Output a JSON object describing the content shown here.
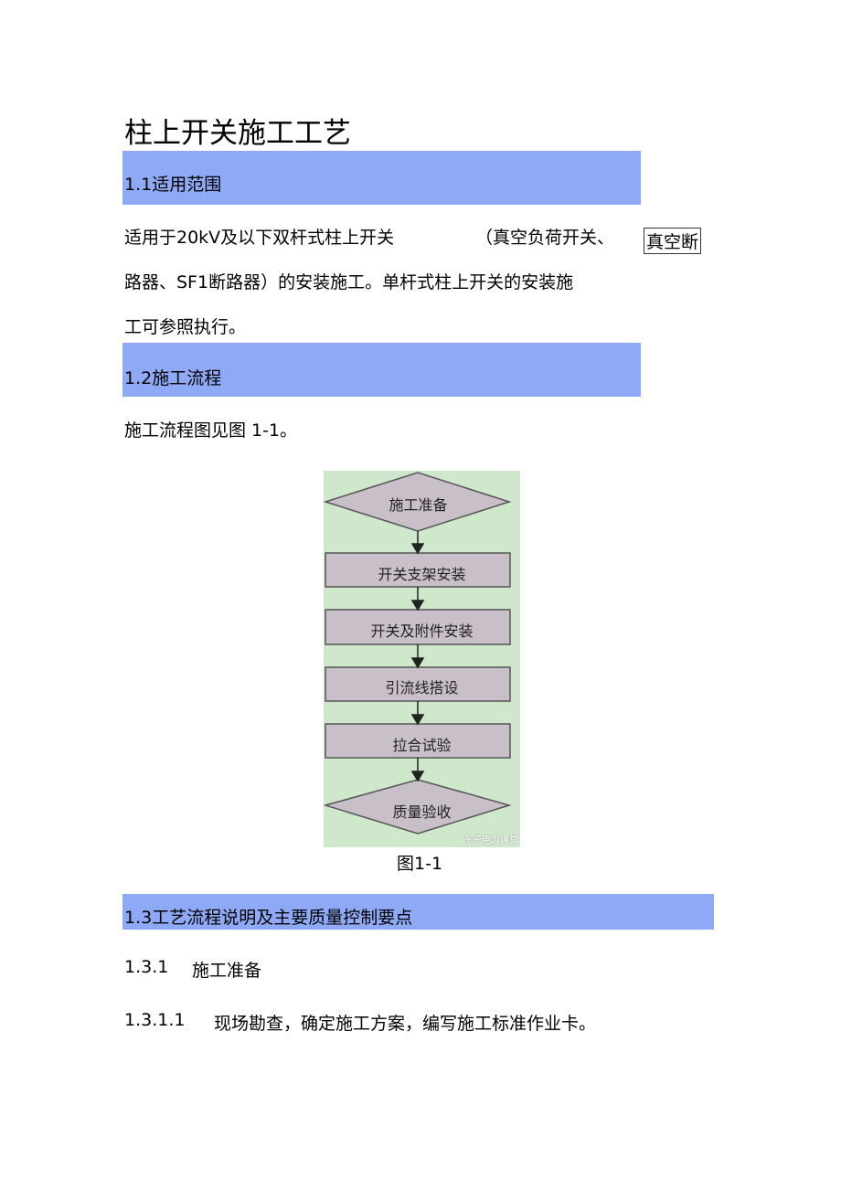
{
  "title": "柱上开关施工工艺",
  "s1": {
    "heading": "1.1适用范围",
    "line1a": "适用于20kV及以下双杆式柱上开关",
    "line1b": "（真空负荷开关、",
    "line1c": "真空断",
    "line2": "路器、SF1断路器）的安装施工。单杆式柱上开关的安装施",
    "line3": "工可参照执行。"
  },
  "s2": {
    "heading": "1.2施工流程",
    "text": "施工流程图见图  1-1。"
  },
  "flow": {
    "nodes": [
      "施工准备",
      "开关支架安装",
      "开关及附件安装",
      "引流线搭设",
      "拉合试验",
      "质量验收"
    ],
    "watermark": "东子电力课堂",
    "caption": "图1-1"
  },
  "s3": {
    "heading": "1.3工艺流程说明及主要质量控制要点",
    "sub_num": "1.3.1",
    "sub_title": "施工准备",
    "item_num": "1.3.1.1",
    "item_text": "现场勘查，确定施工方案，编写施工标准作业卡。"
  }
}
